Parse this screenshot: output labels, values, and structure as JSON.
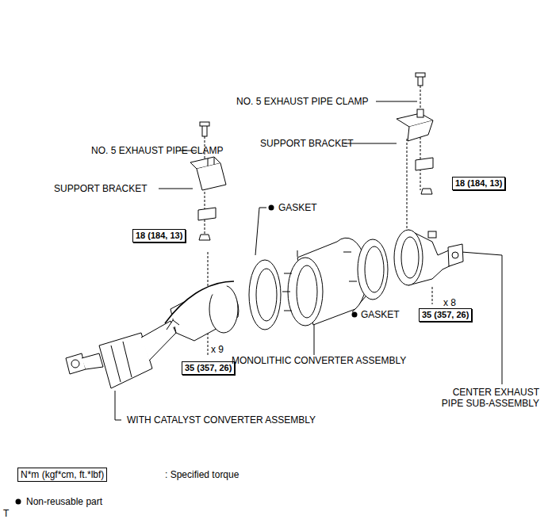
{
  "diagram": {
    "nodes": [
      {
        "text": [
          "18 (184, 13)"
        ]
      },
      {
        "text": [
          "18 (184, 13)"
        ]
      },
      {
        "text": [
          "35 (357, 26)"
        ]
      },
      {
        "text": [
          "35 (357, 26)"
        ]
      },
      {
        "text": [
          "N*m (kgf*cm, ft.*lbf)"
        ]
      }
    ],
    "labels": [
      "NO. 5 EXHAUST PIPE CLAMP",
      "SUPPORT BRACKET",
      "NO. 5 EXHAUST PIPE CLAMP",
      "SUPPORT BRACKET",
      "GASKET",
      "x 8",
      "GASKET",
      "x 9",
      "MONOLITHIC CONVERTER ASSEMBLY",
      "CENTER EXHAUST PIPE SUB-ASSEMBLY",
      "WITH CATALYST CONVERTER ASSEMBLY",
      "T"
    ],
    "legend": [
      {
        "text": ": Specified torque"
      },
      {
        "text": "Non-reusable part"
      }
    ]
  }
}
